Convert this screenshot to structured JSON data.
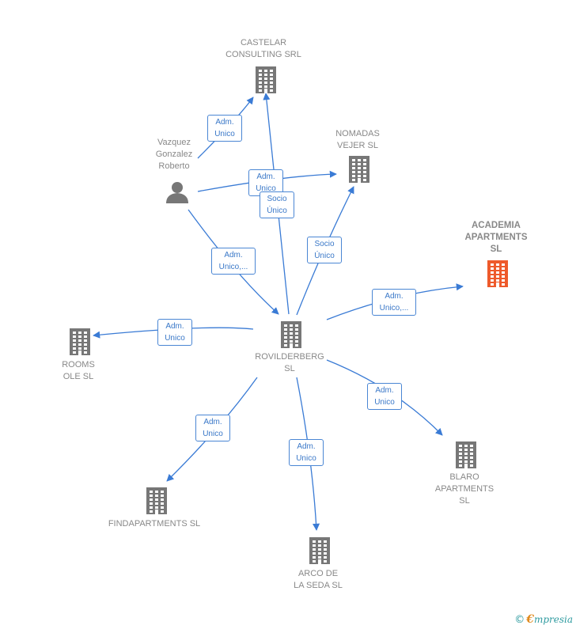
{
  "colors": {
    "edge": "#3a7bd5",
    "building": "#777777",
    "highlight": "#ee5a2b",
    "person": "#777777"
  },
  "nodes": {
    "castelar": {
      "label": "CASTELAR\nCONSULTING SRL",
      "icon": "building-icon"
    },
    "nomadas": {
      "label": "NOMADAS\nVEJER  SL",
      "icon": "building-icon"
    },
    "academia": {
      "label": "ACADEMIA\nAPARTMENTS\nSL",
      "icon": "building-icon",
      "highlighted": true
    },
    "vazquez": {
      "label": "Vazquez\nGonzalez\nRoberto",
      "icon": "person-icon"
    },
    "rovilderberg": {
      "label": "ROVILDERBERG\nSL",
      "icon": "building-icon"
    },
    "rooms": {
      "label": "ROOMS\nOLE  SL",
      "icon": "building-icon"
    },
    "findapartments": {
      "label": "FINDAPARTMENTS SL",
      "icon": "building-icon"
    },
    "blaro": {
      "label": "BLARO\nAPARTMENTS\nSL",
      "icon": "building-icon"
    },
    "arco": {
      "label": "ARCO DE\nLA SEDA  SL",
      "icon": "building-icon"
    }
  },
  "edges": [
    {
      "from": "vazquez",
      "to": "castelar",
      "label": "Adm.\nUnico"
    },
    {
      "from": "vazquez",
      "to": "nomadas",
      "label": "Adm.\nUnico"
    },
    {
      "from": "vazquez",
      "to": "rovilderberg",
      "label": "Adm.\nUnico,..."
    },
    {
      "from": "rovilderberg",
      "to": "castelar",
      "label": "Socio\nÚnico"
    },
    {
      "from": "rovilderberg",
      "to": "nomadas",
      "label": "Socio\nÚnico"
    },
    {
      "from": "rovilderberg",
      "to": "academia",
      "label": "Adm.\nUnico,..."
    },
    {
      "from": "rovilderberg",
      "to": "rooms",
      "label": "Adm.\nUnico"
    },
    {
      "from": "rovilderberg",
      "to": "findapartments",
      "label": "Adm.\nUnico"
    },
    {
      "from": "rovilderberg",
      "to": "arco",
      "label": "Adm.\nUnico"
    },
    {
      "from": "rovilderberg",
      "to": "blaro",
      "label": "Adm.\nUnico"
    }
  ],
  "footer": {
    "copyright_symbol": "©",
    "brand_initial": "€",
    "brand_rest": "mpresia"
  }
}
